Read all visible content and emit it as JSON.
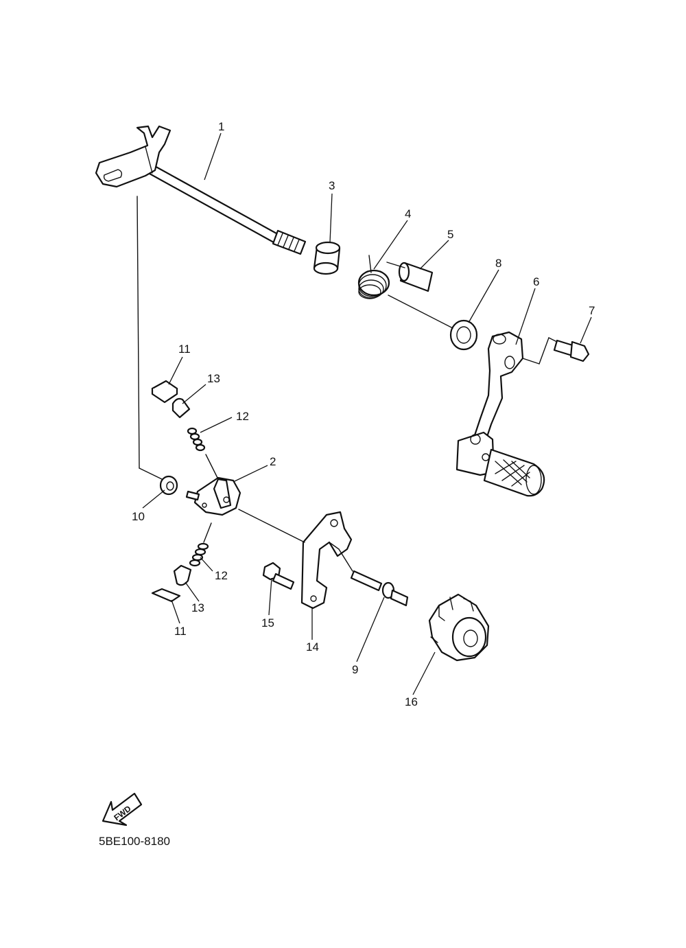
{
  "callouts": {
    "c1": "1",
    "c2": "2",
    "c3": "3",
    "c4": "4",
    "c5": "5",
    "c6": "6",
    "c7": "7",
    "c8": "8",
    "c9": "9",
    "c10": "10",
    "c11a": "11",
    "c11b": "11",
    "c12a": "12",
    "c12b": "12",
    "c13a": "13",
    "c13b": "13",
    "c14": "14",
    "c15": "15",
    "c16": "16"
  },
  "fwd_label": "FWD",
  "diagram_code": "5BE100-8180"
}
